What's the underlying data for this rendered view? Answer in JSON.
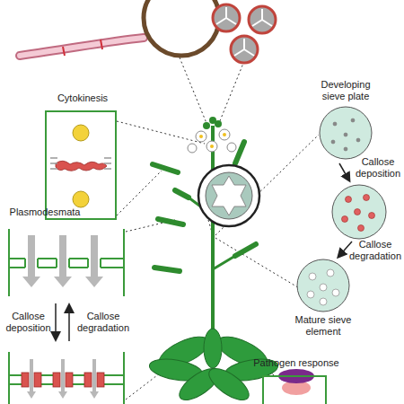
{
  "diagram": {
    "nodes": [
      {
        "text": [
          "Cytokinesis"
        ]
      },
      {
        "text": [
          "Plasmodesmata"
        ]
      },
      {
        "text": [
          "Developing sieve plate"
        ]
      },
      {
        "text": [
          "Mature sieve element"
        ]
      },
      {
        "text": [
          "Pathogen response"
        ]
      }
    ],
    "labels": [
      "Callose deposition",
      "Callose degradation",
      "Callose deposition",
      "Callose degradation"
    ]
  }
}
